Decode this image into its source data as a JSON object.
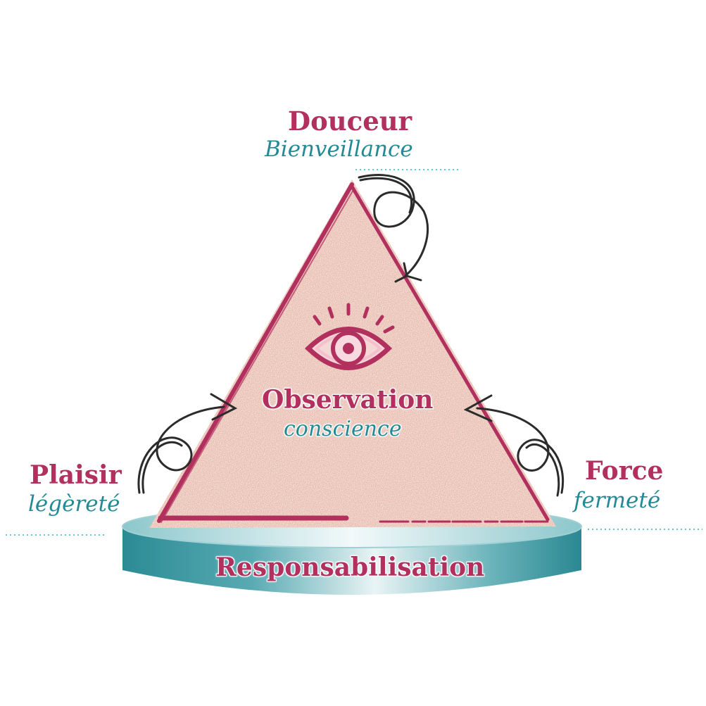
{
  "top": {
    "title": "Douceur",
    "subtitle": "Bienveillance"
  },
  "center": {
    "title": "Observation",
    "subtitle": "conscience"
  },
  "left": {
    "title": "Plaisir",
    "subtitle": "légèreté"
  },
  "right": {
    "title": "Force",
    "subtitle": "fermeté"
  },
  "base": {
    "label": "Responsabilisation"
  },
  "colors": {
    "magenta": "#b2305e",
    "teal": "#238a95",
    "triangle_fill": "#e7bcad",
    "pedestal": "#2e8e98",
    "arrow": "#2b2b2b"
  },
  "icons": [
    "eye-icon",
    "arrow-icon"
  ]
}
